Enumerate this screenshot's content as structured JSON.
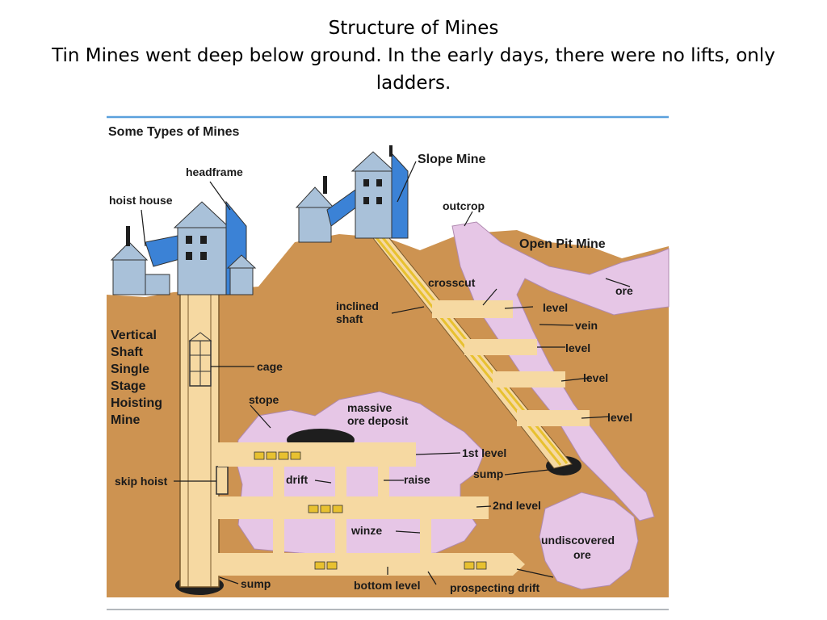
{
  "slide": {
    "title": "Structure of Mines",
    "subtitle": "Tin Mines went deep below ground. In the early days, there were no lifts, only ladders."
  },
  "diagram": {
    "heading": "Some Types of Mines",
    "labels": {
      "headframe": "headframe",
      "hoist_house": "hoist house",
      "slope_mine": "Slope Mine",
      "outcrop": "outcrop",
      "open_pit_mine": "Open Pit Mine",
      "ore": "ore",
      "crosscut": "crosscut",
      "inclined_shaft_1": "inclined",
      "inclined_shaft_2": "shaft",
      "level_1": "level",
      "vein": "vein",
      "level_2": "level",
      "level_3": "level",
      "level_4": "level",
      "vertical_1": "Vertical",
      "vertical_2": "Shaft",
      "vertical_3": "Single",
      "vertical_4": "Stage",
      "vertical_5": "Hoisting",
      "vertical_6": "Mine",
      "cage": "cage",
      "stope": "stope",
      "massive_1": "massive",
      "massive_2": "ore deposit",
      "first_level": "1st level",
      "sump_upper": "sump",
      "skip_hoist": "skip hoist",
      "drift": "drift",
      "raise": "raise",
      "second_level": "2nd level",
      "winze": "winze",
      "undiscovered_1": "undiscovered",
      "undiscovered_2": "ore",
      "sump_lower": "sump",
      "bottom_level": "bottom level",
      "prospecting_drift": "prospecting drift"
    },
    "colors": {
      "ground": "#cd9351",
      "tunnel": "#f6d9a2",
      "ore": "#e6c6e6",
      "sky": "#ffffff",
      "building_blue": "#3b82d6",
      "building_light": "#a9c1d9",
      "rule": "#5aa0dc",
      "dark_ore": "#1e1e1e",
      "rail": "#e8c130"
    }
  }
}
